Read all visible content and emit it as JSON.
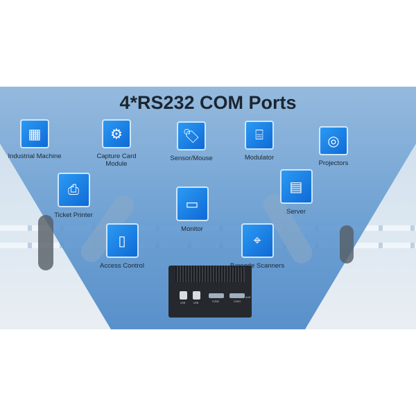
{
  "title": "4*RS232 COM Ports",
  "applications": [
    {
      "label": "Industrial Machine",
      "icon": "control-panel-icon"
    },
    {
      "label": "Capture Card Module",
      "icon": "sd-card-gear-icon"
    },
    {
      "label": "Sensor/Mouse",
      "icon": "rfid-tag-icon"
    },
    {
      "label": "Modulator",
      "icon": "router-icon"
    },
    {
      "label": "Projectors",
      "icon": "projector-icon"
    },
    {
      "label": "Ticket Printer",
      "icon": "printer-icon"
    },
    {
      "label": "Server",
      "icon": "server-icon"
    },
    {
      "label": "Monitor",
      "icon": "monitor-icon"
    },
    {
      "label": "Access Control",
      "icon": "door-card-icon"
    },
    {
      "label": "Barcode Scanners",
      "icon": "barcode-scanner-icon"
    }
  ],
  "device": {
    "port_labels": [
      "USB",
      "USB",
      "COM2",
      "COM1",
      "AUD"
    ]
  },
  "colors": {
    "icon_blue": "#1a7fe6",
    "title": "#1c2530"
  }
}
